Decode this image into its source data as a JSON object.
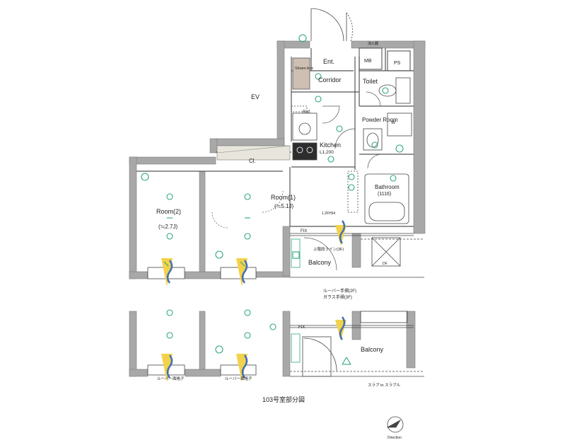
{
  "labels": {
    "ev": "EV",
    "shoes_box": "Shoes box",
    "ent": "Ent.",
    "mb": "MB",
    "ps": "PS",
    "extinguisher": "消火器",
    "corridor": "Corridor",
    "toilet": "Toilet",
    "ref": "Ref.",
    "powder_room": "Powder Room",
    "w": "W",
    "kitchen": "Kitchen",
    "kitchen_size": "L1,200",
    "cl": "Cl.",
    "bathroom": "Bathroom",
    "bathroom_size": "(1116)",
    "room2": "Room(2)",
    "room2_size": "(≒2.7J)",
    "room1": "Room(1)",
    "room1_size": "(≒5.1J)",
    "room1_note": "1.2FH54",
    "fix1": "FIX",
    "balcony1": "Balcony",
    "upper_line": "上階段ライン(3F)",
    "df": "DF",
    "louver_note1": "ルーバー手摺(2F)",
    "louver_note2": "ガラス手摺(3F)",
    "louver_room2": "ルーバー面格子",
    "louver_room1": "ルーバー面格子",
    "fix2": "FIX",
    "balcony2": "Balcony",
    "slab": "スラブ to スラブル",
    "caption": "103号室部分図",
    "direction": "Direction"
  },
  "colors": {
    "wall": "#a8a8a8",
    "wall_dark": "#7e7e7e",
    "fixture": "#2fa67f",
    "line": "#444444",
    "shoes_box": "#cdbfb2",
    "louver_blue": "#3f6fb8",
    "louver_yellow": "#f2d24a"
  }
}
